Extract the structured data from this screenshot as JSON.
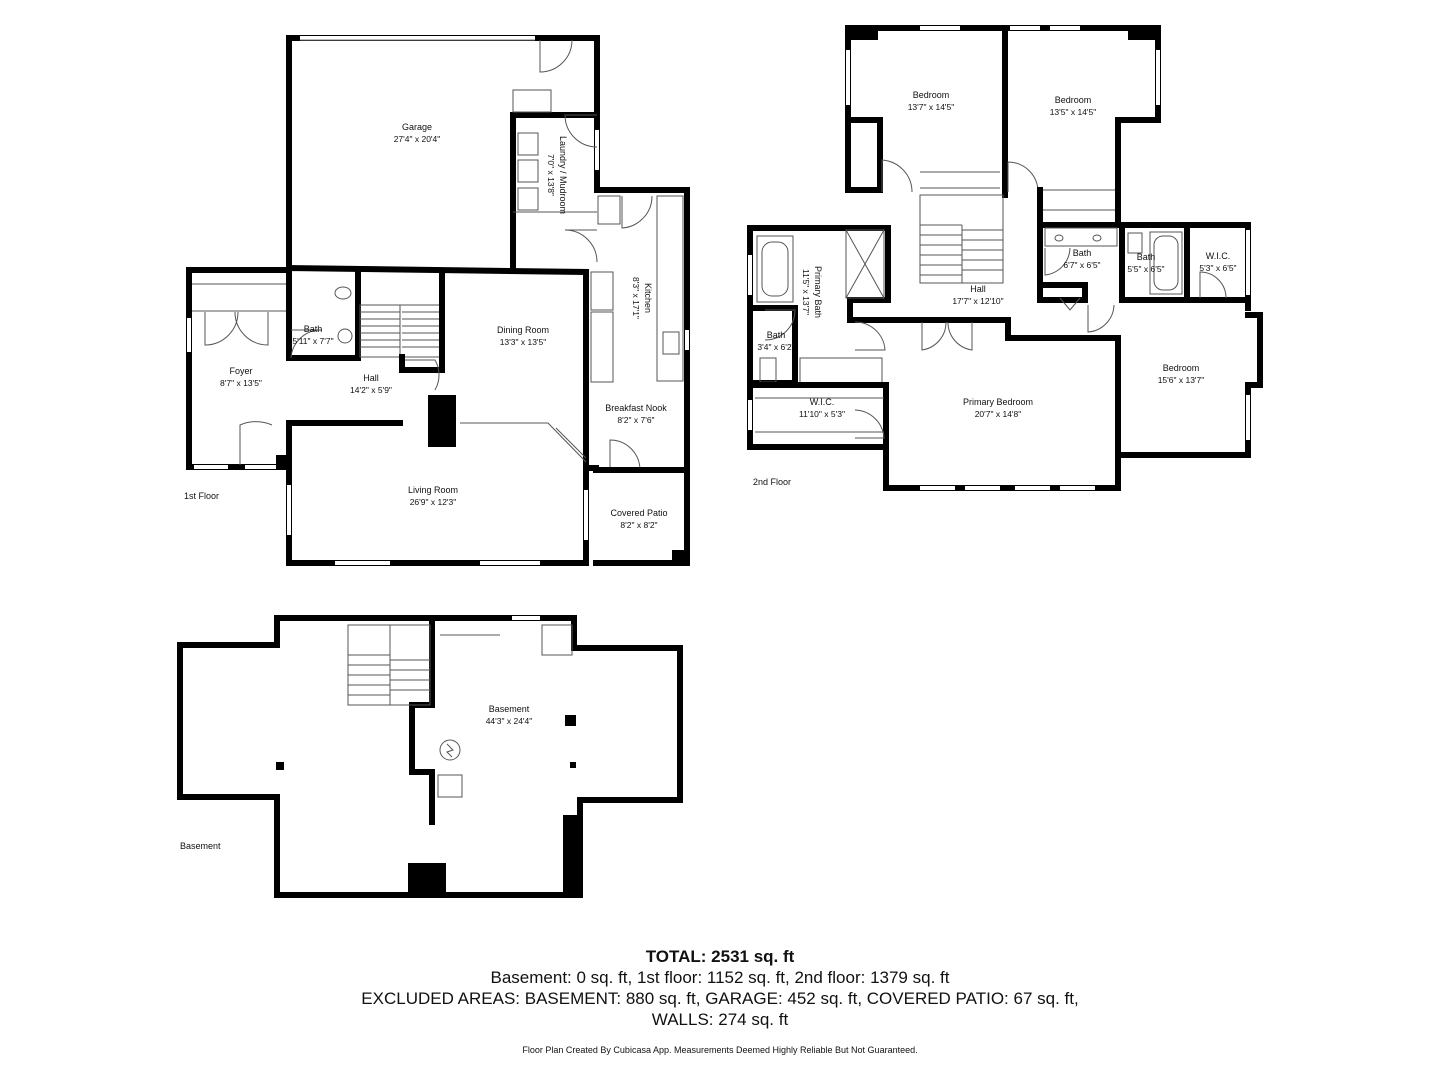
{
  "floors": {
    "first": {
      "label": "1st Floor",
      "rooms": [
        {
          "name": "Garage",
          "dim": "27'4\" x 20'4\""
        },
        {
          "name": "Laundry / Mudroom",
          "dim": "7'0\" x 13'8\""
        },
        {
          "name": "Kitchen",
          "dim": "8'3\" x 17'1\""
        },
        {
          "name": "Bath",
          "dim": "5'11\" x 7'7\""
        },
        {
          "name": "Dining Room",
          "dim": "13'3\" x 13'5\""
        },
        {
          "name": "Foyer",
          "dim": "8'7\" x 13'5\""
        },
        {
          "name": "Hall",
          "dim": "14'2\" x 5'9\""
        },
        {
          "name": "Breakfast Nook",
          "dim": "8'2\" x 7'6\""
        },
        {
          "name": "Living Room",
          "dim": "26'9\" x 12'3\""
        },
        {
          "name": "Covered Patio",
          "dim": "8'2\" x 8'2\""
        }
      ]
    },
    "second": {
      "label": "2nd Floor",
      "rooms": [
        {
          "name": "Bedroom",
          "dim": "13'7\" x 14'5\""
        },
        {
          "name": "Bedroom",
          "dim": "13'5\" x 14'5\""
        },
        {
          "name": "Primary Bath",
          "dim": "11'5\" x 13'7\""
        },
        {
          "name": "Hall",
          "dim": "17'7\" x 12'10\""
        },
        {
          "name": "Bath",
          "dim": "6'7\" x 6'5\""
        },
        {
          "name": "Bath",
          "dim": "5'5\" x 6'5\""
        },
        {
          "name": "W.I.C.",
          "dim": "5'3\" x 6'5\""
        },
        {
          "name": "Bath",
          "dim": "3'4\" x 6'2\""
        },
        {
          "name": "W.I.C.",
          "dim": "11'10\" x 5'3\""
        },
        {
          "name": "Primary Bedroom",
          "dim": "20'7\" x 14'8\""
        },
        {
          "name": "Bedroom",
          "dim": "15'6\" x 13'7\""
        }
      ]
    },
    "basement": {
      "label": "Basement",
      "rooms": [
        {
          "name": "Basement",
          "dim": "44'3\" x 24'4\""
        }
      ]
    }
  },
  "summary": {
    "total": "TOTAL: 2531 sq. ft",
    "line1": "Basement: 0 sq. ft, 1st floor: 1152 sq. ft, 2nd floor: 1379 sq. ft",
    "line2": "EXCLUDED AREAS: BASEMENT: 880 sq. ft, GARAGE: 452 sq. ft, COVERED PATIO: 67 sq. ft,",
    "line3": "WALLS: 274 sq. ft"
  },
  "credit": "Floor Plan Created By Cubicasa App. Measurements Deemed Highly Reliable But Not Guaranteed."
}
